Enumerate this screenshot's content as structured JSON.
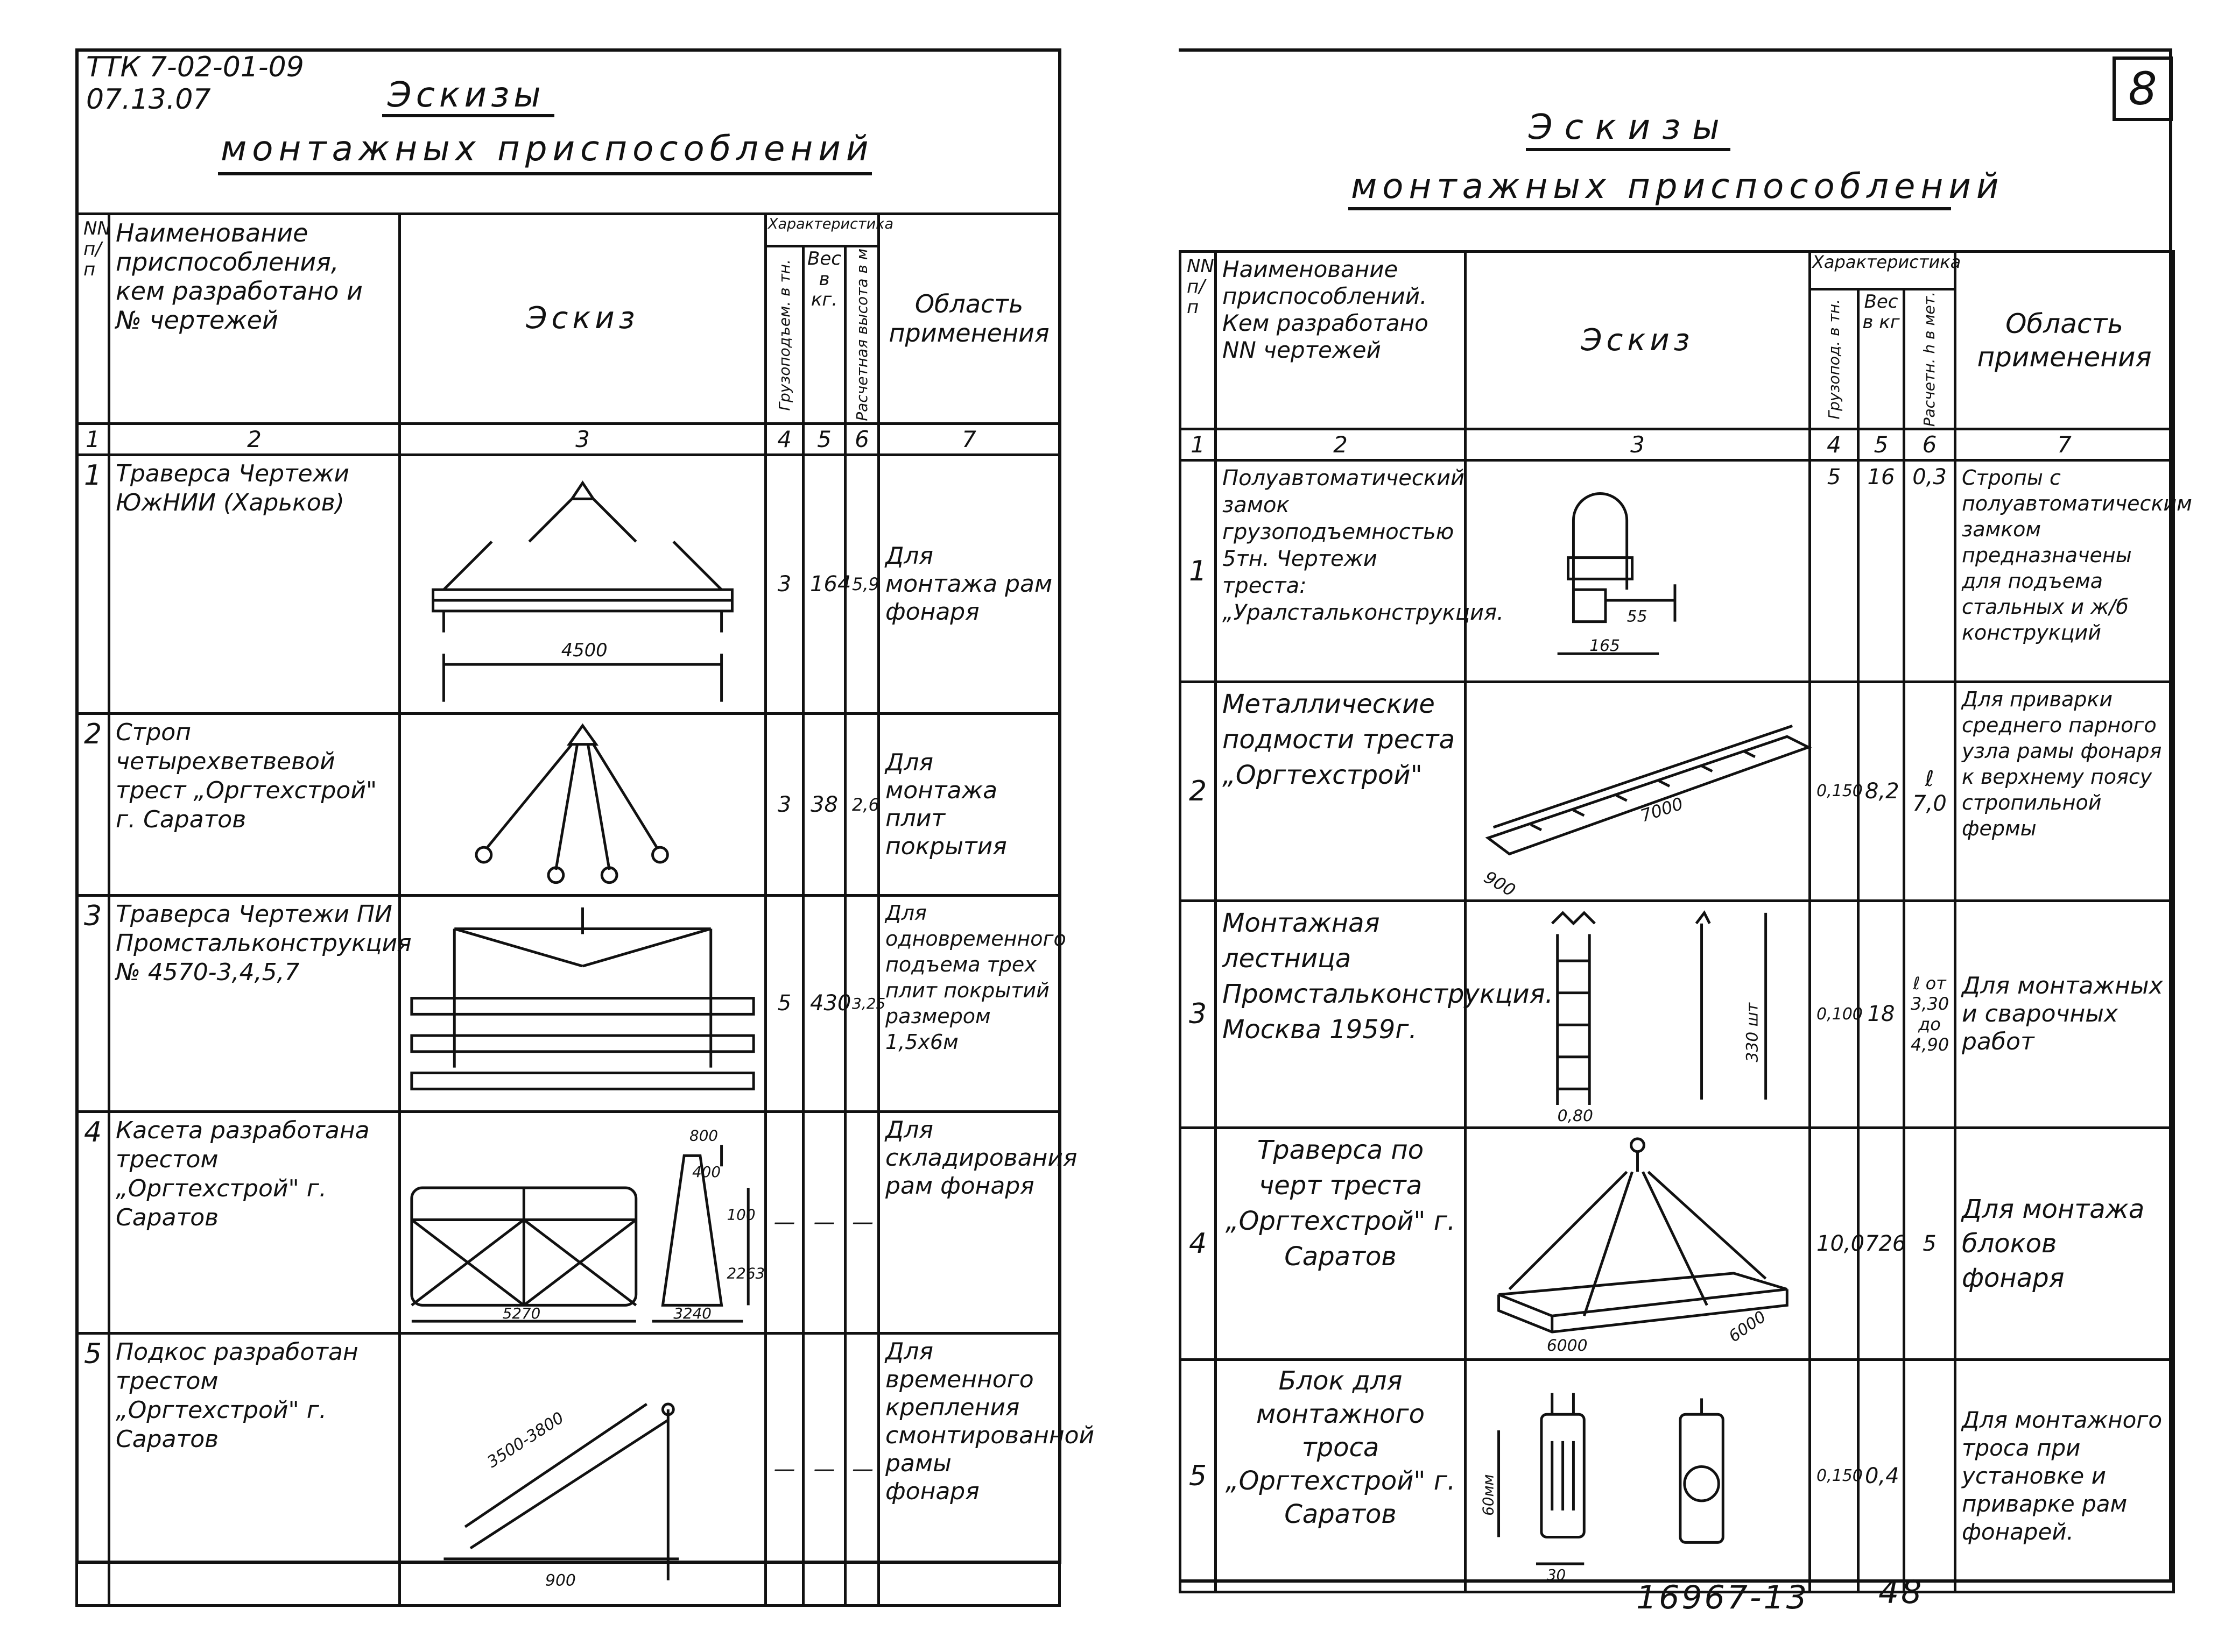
{
  "doc": {
    "code_line1": "ТТК 7-02-01-09",
    "code_line2": "07.13.07",
    "page_number": "8",
    "footer_code": "16967-13",
    "footer_page": "48"
  },
  "left": {
    "title_word": "Эскизы",
    "title_line": "монтажных приспособлений",
    "headers": {
      "nn": "NN п/п",
      "name": "Наименование приспособления, кем разработано и № чертежей",
      "sketch": "Эскиз",
      "char": "Характеристика",
      "load": "Грузоподъем. в тн.",
      "weight": "Вес в кг.",
      "height": "Расчетная высота в м",
      "area": "Область применения"
    },
    "colnums": [
      "1",
      "2",
      "3",
      "4",
      "5",
      "6",
      "7"
    ],
    "rows": [
      {
        "n": "1",
        "name": "Траверса Чертежи ЮжНИИ (Харьков)",
        "load": "3",
        "weight": "164",
        "height": "5,9",
        "area": "Для монтажа рам фонаря",
        "dim1": "4500"
      },
      {
        "n": "2",
        "name": "Строп четырехветвевой трест „Оргтехстрой\" г. Саратов",
        "load": "3",
        "weight": "38",
        "height": "2,6",
        "area": "Для монтажа плит покрытия"
      },
      {
        "n": "3",
        "name": "Траверса Чертежи ПИ Промстальконструкция № 4570-3,4,5,7",
        "load": "5",
        "weight": "430",
        "height": "3,25",
        "area": "Для одновременного подъема трех плит покрытий размером 1,5x6м"
      },
      {
        "n": "4",
        "name": "Касета разработана трестом „Оргтехстрой\" г. Саратов",
        "load": "—",
        "weight": "—",
        "height": "—",
        "area": "Для складирования рам фонаря",
        "dim1": "800",
        "dim2": "400",
        "dim3": "100",
        "dim4": "2263",
        "dim5": "5270",
        "dim6": "3240"
      },
      {
        "n": "5",
        "name": "Подкос разработан трестом „Оргтехстрой\" г. Саратов",
        "load": "—",
        "weight": "—",
        "height": "—",
        "area": "Для временного крепления смонтированной рамы фонаря",
        "dim1": "3500-3800",
        "dim2": "900"
      }
    ]
  },
  "right": {
    "title_word": "Эскизы",
    "title_line": "монтажных приспособлений",
    "headers": {
      "nn": "NN п/п",
      "name": "Наименование приспособлений. Кем разработано NN чертежей",
      "sketch": "Эскиз",
      "char": "Характеристика",
      "load": "Грузопод. в тн.",
      "weight": "Вес в кг",
      "height": "Расчетн. h в мет.",
      "area": "Область применения"
    },
    "colnums": [
      "1",
      "2",
      "3",
      "4",
      "5",
      "6",
      "7"
    ],
    "rows": [
      {
        "n": "1",
        "name": "Полуавтоматический замок грузоподъемностью 5тн. Чертежи треста: „Уралстальконструкция.",
        "load": "5",
        "weight": "16",
        "height": "0,3",
        "area": "Стропы с полуавтоматическим замком предназначены для подъема стальных и ж/б конструкций",
        "dim1": "55",
        "dim2": "165"
      },
      {
        "n": "2",
        "name": "Металлические подмости треста „Оргтехстрой\"",
        "load": "0,150",
        "weight": "8,2",
        "height": "ℓ 7,0",
        "area": "Для приварки среднего парного узла рамы фонаря к верхнему поясу стропильной фермы",
        "dim1": "7000",
        "dim2": "900"
      },
      {
        "n": "3",
        "name": "Монтажная лестница Промстальконструкция. Москва 1959г.",
        "load": "0,100",
        "weight": "18",
        "height": "ℓ от 3,30 до 4,90",
        "area": "Для монтажных и сварочных работ",
        "dim1": "330 шт",
        "dim2": "0,80"
      },
      {
        "n": "4",
        "name": "Траверса по черт треста „Оргтехстрой\" г. Саратов",
        "load": "10,0",
        "weight": "726",
        "height": "5",
        "area": "Для монтажа блоков фонаря",
        "dim1": "6000",
        "dim2": "6000"
      },
      {
        "n": "5",
        "name": "Блок для монтажного троса „Оргтехстрой\" г. Саратов",
        "load": "0,150",
        "weight": "0,4",
        "height": "",
        "area": "Для монтажного троса при установке и приварке рам фонарей.",
        "dim1": "60мм",
        "dim2": "30"
      }
    ]
  }
}
